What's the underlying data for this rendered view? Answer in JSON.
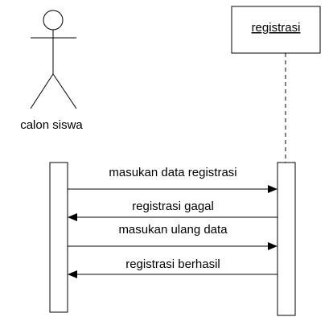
{
  "actor": {
    "name": "calon siswa"
  },
  "object": {
    "name": "registrasi"
  },
  "messages": [
    {
      "label": "masukan data registrasi",
      "direction": "to-object",
      "type": "sync"
    },
    {
      "label": "registrasi gagal",
      "direction": "to-actor",
      "type": "return"
    },
    {
      "label": "masukan ulang data",
      "direction": "to-object",
      "type": "sync"
    },
    {
      "label": "registrasi berhasil",
      "direction": "to-actor",
      "type": "return"
    }
  ]
}
